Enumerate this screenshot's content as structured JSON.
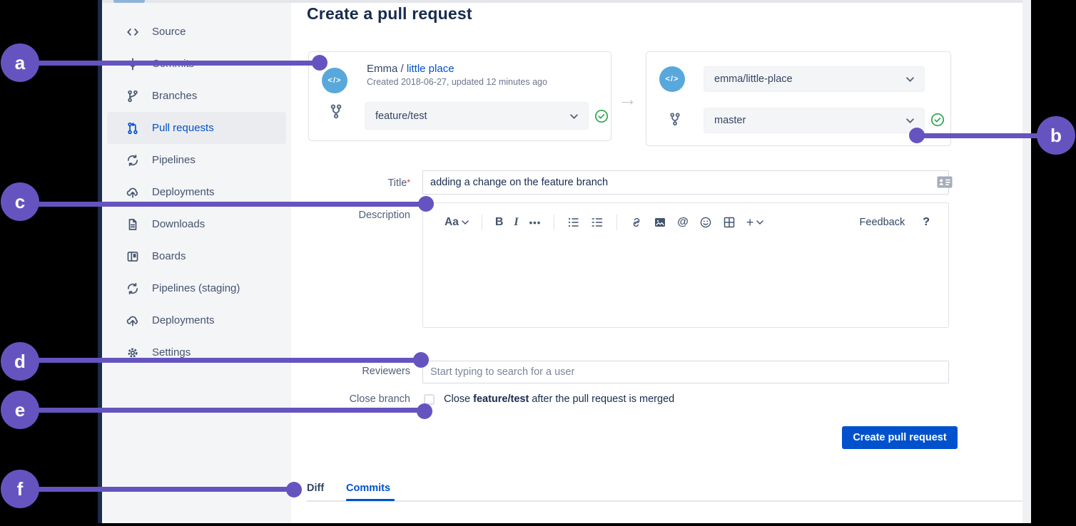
{
  "colors": {
    "annotation": "#6554C0",
    "link": "#0052CC",
    "button": "#0052CC",
    "avatar": "#58A8DB",
    "success": "#2DA44E",
    "navy": "#172B4D"
  },
  "annotations": {
    "items": [
      {
        "label": "a"
      },
      {
        "label": "b"
      },
      {
        "label": "c"
      },
      {
        "label": "d"
      },
      {
        "label": "e"
      },
      {
        "label": "f"
      }
    ]
  },
  "sidebar": {
    "items": [
      {
        "label": "Source",
        "icon": "source-icon"
      },
      {
        "label": "Commits",
        "icon": "commit-icon"
      },
      {
        "label": "Branches",
        "icon": "branch-icon"
      },
      {
        "label": "Pull requests",
        "icon": "pull-request-icon",
        "selected": true
      },
      {
        "label": "Pipelines",
        "icon": "pipelines-icon"
      },
      {
        "label": "Deployments",
        "icon": "deployments-icon"
      },
      {
        "label": "Downloads",
        "icon": "downloads-icon"
      },
      {
        "label": "Boards",
        "icon": "boards-icon"
      },
      {
        "label": "Pipelines (staging)",
        "icon": "pipelines-icon"
      },
      {
        "label": "Deployments",
        "icon": "deployments-icon"
      },
      {
        "label": "Settings",
        "icon": "settings-icon"
      }
    ]
  },
  "main": {
    "title": "Create a pull request",
    "source_card": {
      "owner": "Emma / ",
      "repo": "little place",
      "meta": "Created 2018-06-27, updated 12 minutes ago",
      "avatar_glyph": "</>",
      "branch": "feature/test"
    },
    "destination_card": {
      "avatar_glyph": "</>",
      "repo": "emma/little-place",
      "branch": "master"
    },
    "form": {
      "title_label": "Title",
      "required_mark": "*",
      "title_value": "adding a change on the feature branch",
      "description_label": "Description",
      "toolbar": {
        "text_style": "Aa",
        "bold": "B",
        "italic": "I",
        "more": "•••",
        "mention": "@",
        "plus": "+",
        "feedback": "Feedback",
        "help": "?"
      },
      "reviewers_label": "Reviewers",
      "reviewers_placeholder": "Start typing to search for a user",
      "close_branch_label": "Close branch",
      "close_text_prefix": "Close ",
      "close_branch_name": "feature/test",
      "close_text_suffix": " after the pull request is merged",
      "submit_label": "Create pull request"
    },
    "tabs": [
      {
        "label": "Diff"
      },
      {
        "label": "Commits",
        "active": true
      }
    ]
  }
}
